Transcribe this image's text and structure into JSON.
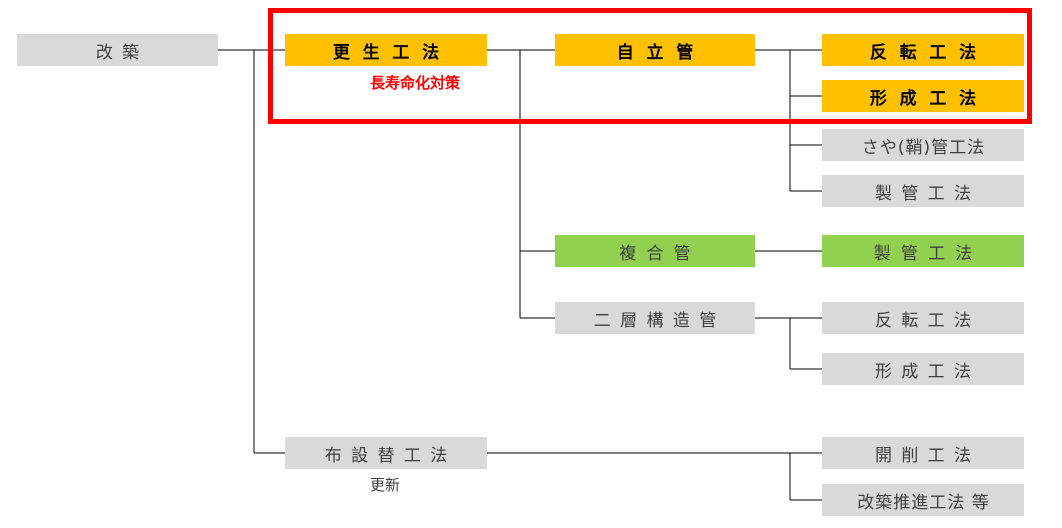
{
  "colors": {
    "highlight": "#ff0000",
    "orange": "#ffc000",
    "green": "#92d050",
    "gray": "#d9d9d9",
    "line": "#000000"
  },
  "nodes": {
    "kaichiku": "改築",
    "kousei": "更生工法",
    "jiritsukan": "自立管",
    "hanten1": "反転工法",
    "keisei1": "形成工法",
    "sayakan": "さや(鞘)管工法",
    "seikan1": "製管工法",
    "fukugoukan": "複合管",
    "seikan2": "製管工法",
    "nisoukouzoukan": "二層構造管",
    "hanten2": "反転工法",
    "keisei2": "形成工法",
    "fusetsugae": "布設替工法",
    "kaisaku": "開削工法",
    "suishin": "改築推進工法 等"
  },
  "notes": {
    "kousei_note": "長寿命化対策",
    "fusetsugae_note": "更新"
  }
}
